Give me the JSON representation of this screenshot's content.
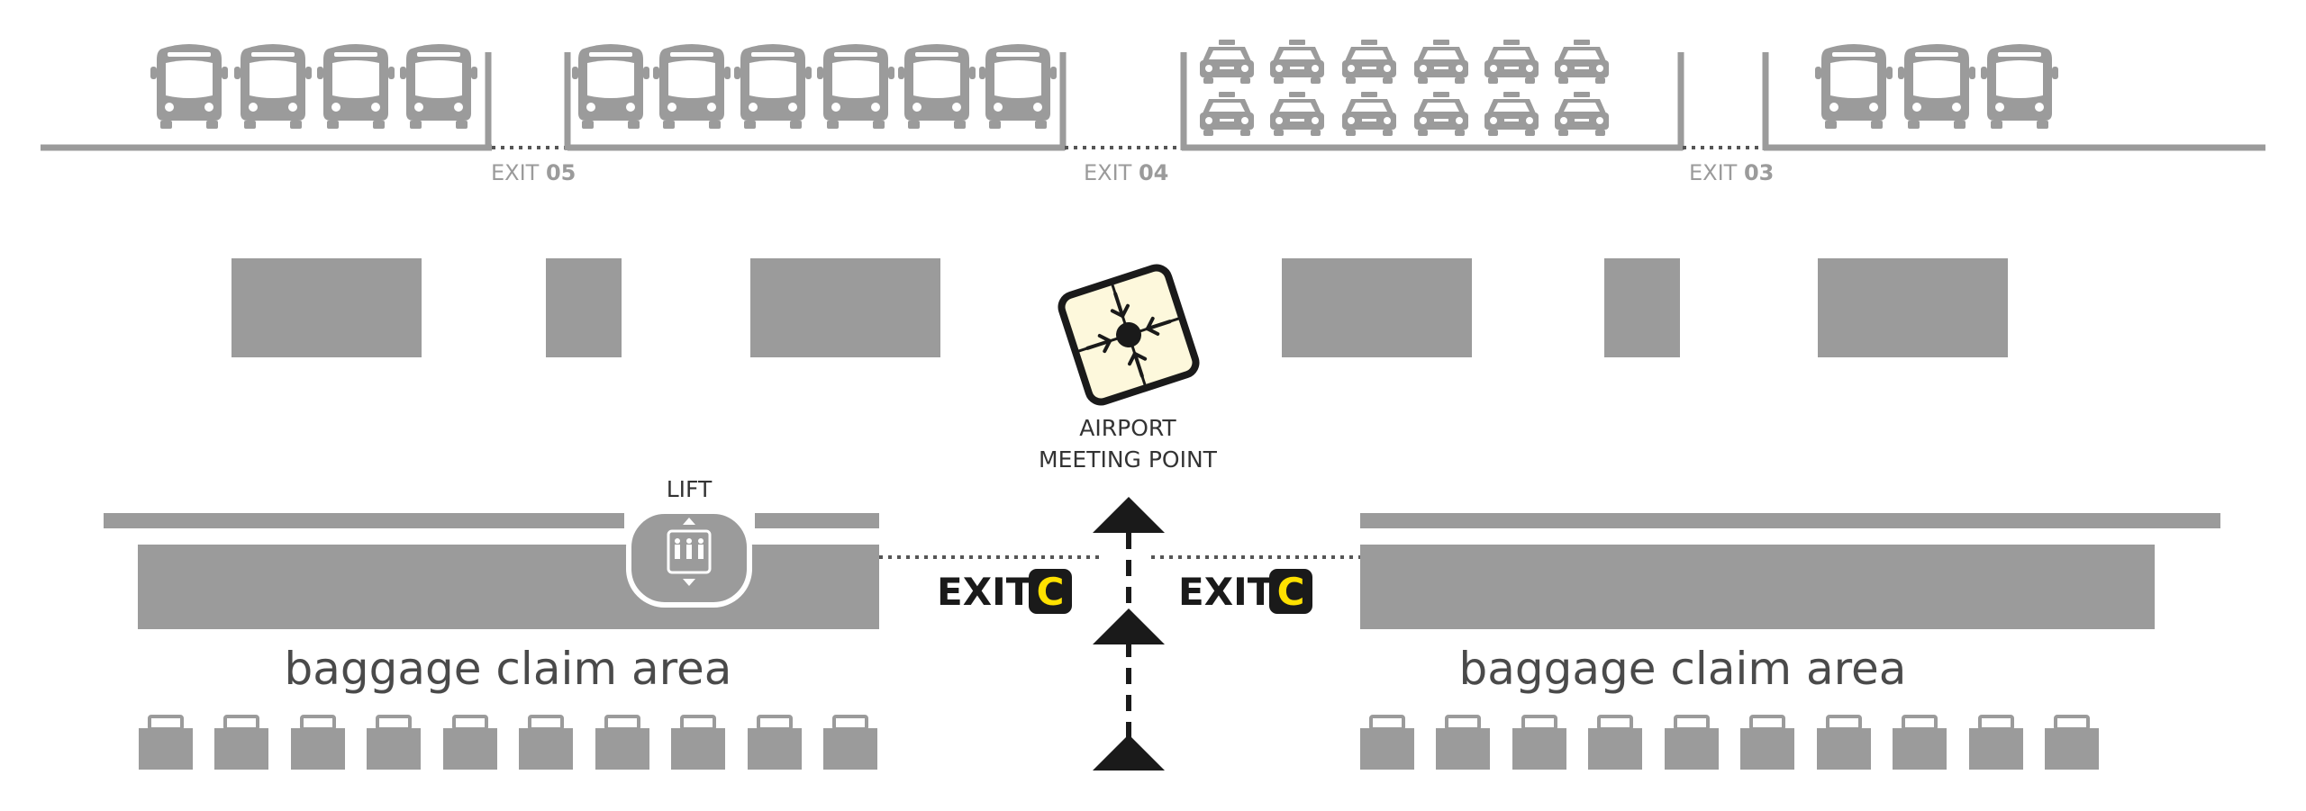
{
  "exits_top": [
    {
      "prefix": "EXIT",
      "number": "05"
    },
    {
      "prefix": "EXIT",
      "number": "04"
    },
    {
      "prefix": "EXIT",
      "number": "03"
    }
  ],
  "meeting_point": {
    "line1": "AIRPORT",
    "line2": "MEETING POINT",
    "icon": "meeting-point-icon"
  },
  "lift": {
    "label": "LIFT",
    "icon": "lift-icon"
  },
  "exit_c": [
    {
      "word": "EXIT",
      "letter": "C"
    },
    {
      "word": "EXIT",
      "letter": "C"
    }
  ],
  "baggage": {
    "left": "baggage claim area",
    "right": "baggage claim area"
  },
  "vehicles": {
    "bus_left_group": 4,
    "bus_center_group": 6,
    "taxi_rows": 2,
    "taxis_per_row": 6,
    "bus_right_group": 3
  },
  "luggage": {
    "left_count": 10,
    "right_count": 10
  },
  "colors": {
    "gray": "#9b9b9b",
    "dark": "#1a1a1a",
    "badge_yellow": "#ffe100",
    "meeting_fill": "#fdf8dc"
  }
}
